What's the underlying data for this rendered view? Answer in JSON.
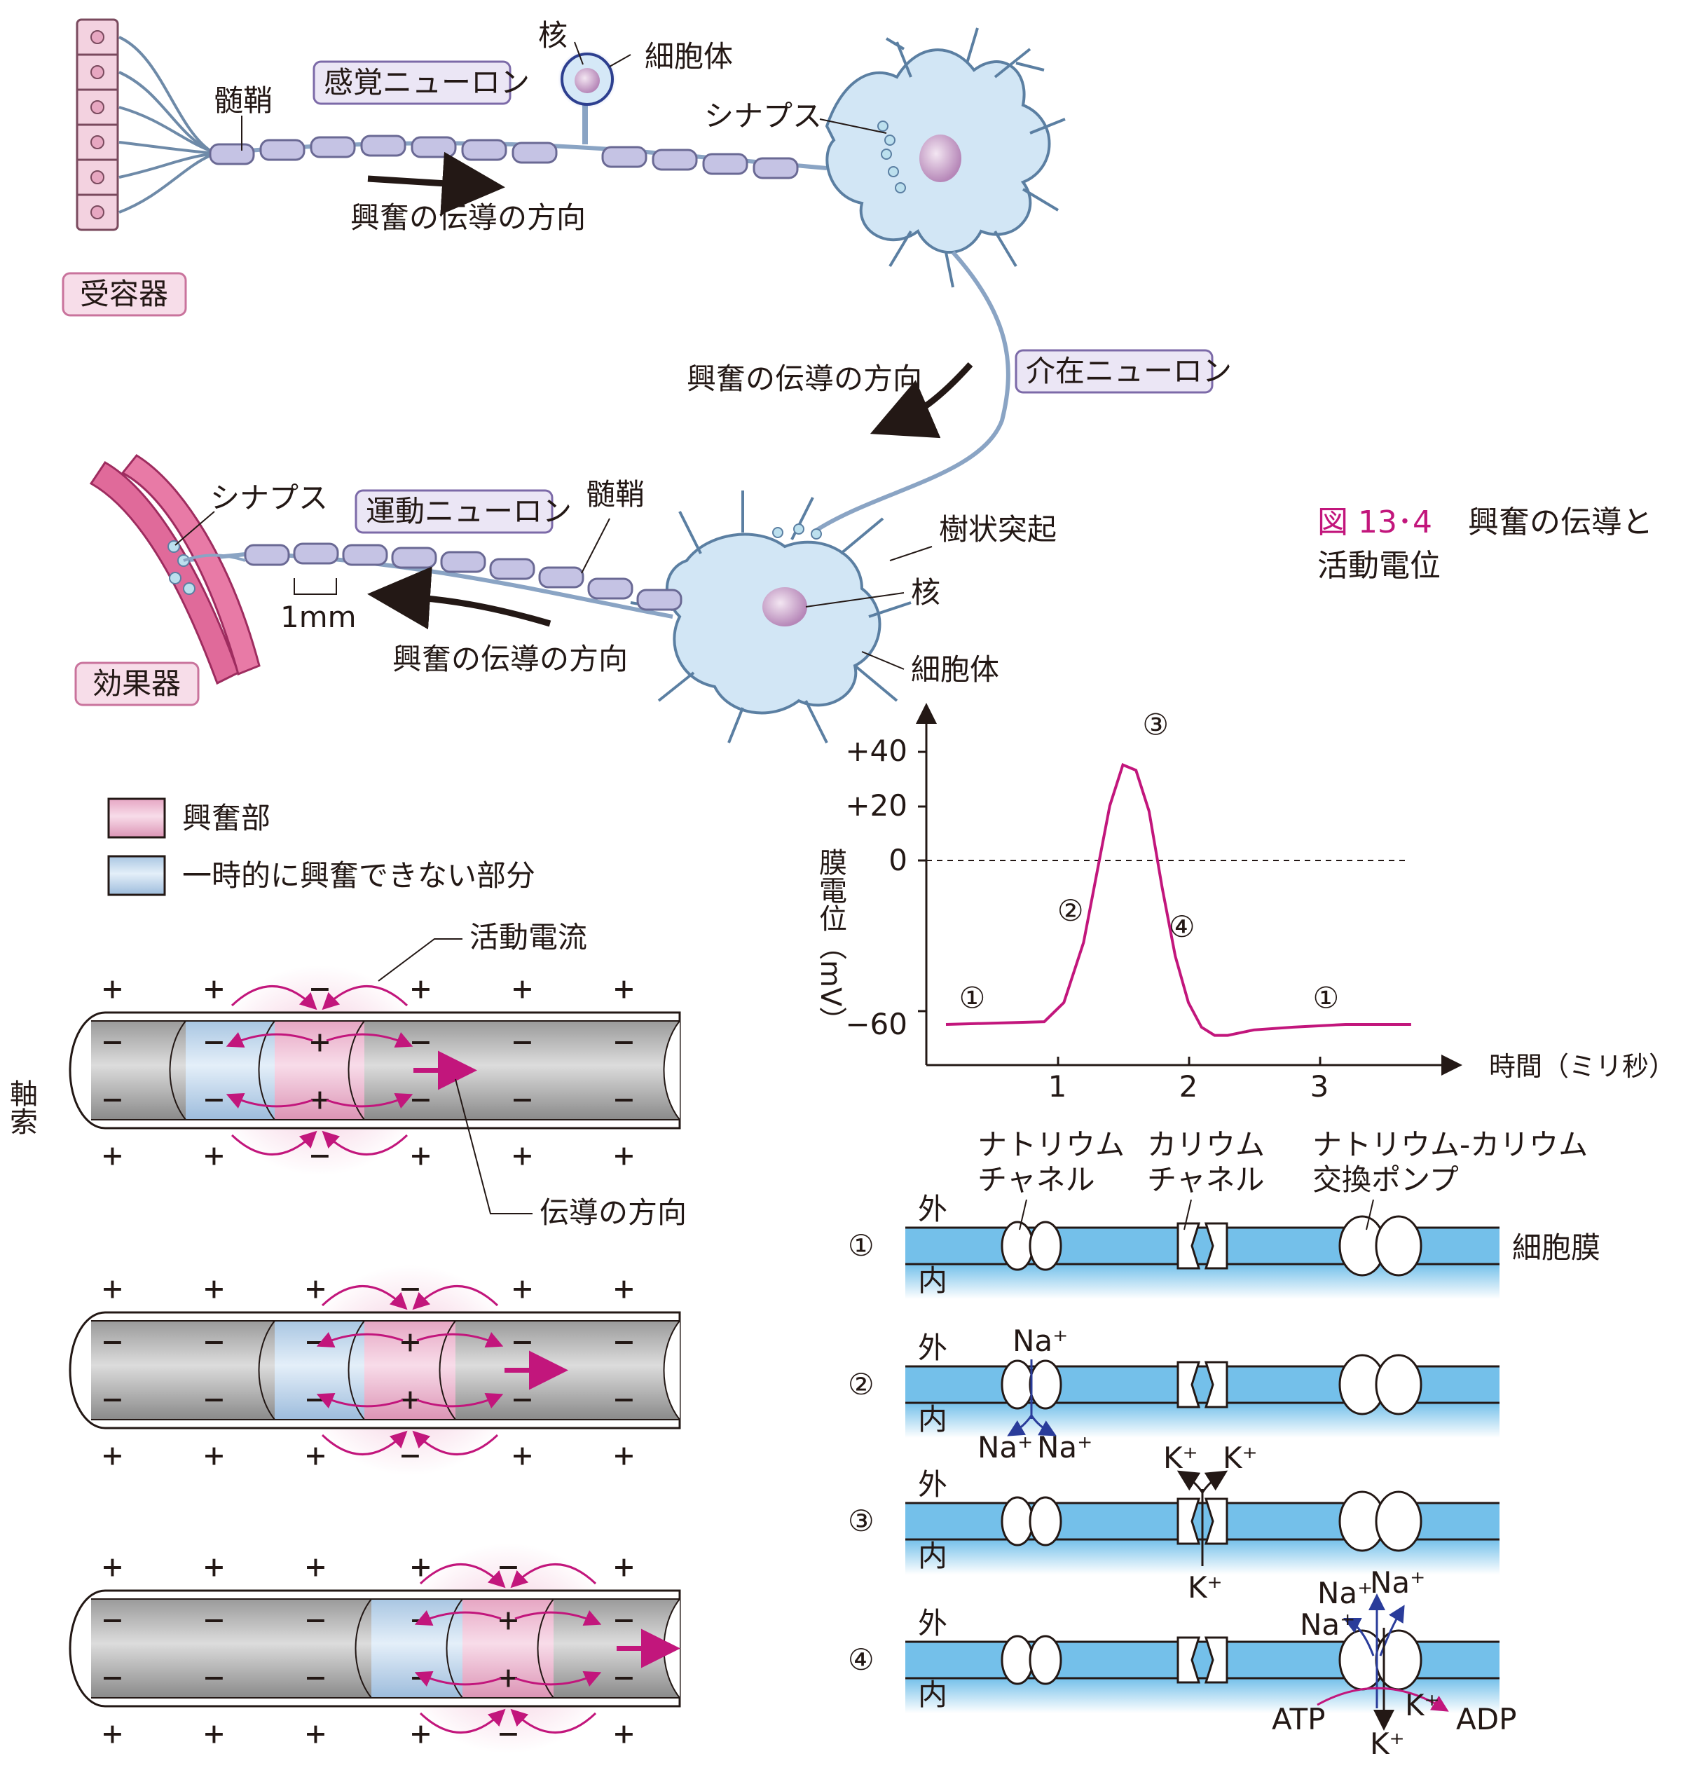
{
  "figure": {
    "number": "図 13･4",
    "title_line1": "興奮の伝導と",
    "title_line2": "活動電位"
  },
  "neurons": {
    "sensory": "感覚ニューロン",
    "inter": "介在ニューロン",
    "motor": "運動ニューロン",
    "receptor": "受容器",
    "effector": "効果器",
    "myelin": "髄鞘",
    "nucleus": "核",
    "cell_body": "細胞体",
    "synapse": "シナプス",
    "dendrite": "樹状突起",
    "direction": "興奮の伝導の方向",
    "scale": "1mm"
  },
  "legend": {
    "excited": "興奮部",
    "refractory": "一時的に興奮できない部分",
    "excited_color": "#f2b8d2",
    "refractory_color": "#cfe2f3"
  },
  "axon": {
    "axon_label": "軸索",
    "current_label": "活動電流",
    "direction_label": "伝導の方向",
    "plus": "+",
    "minus": "−"
  },
  "chart_data": {
    "type": "line",
    "ylabel": "膜電位（mV）",
    "xlabel": "時間（ミリ秒）",
    "y_ticks": [
      "+40",
      "+20",
      "0",
      "−60"
    ],
    "x_ticks": [
      "1",
      "2",
      "3"
    ],
    "series": [
      {
        "x": [
          0.15,
          0.9,
          1.05,
          1.2,
          1.3,
          1.4,
          1.5,
          1.6,
          1.7,
          1.8,
          1.9,
          2.0,
          2.1,
          2.2,
          2.3,
          2.5,
          2.8,
          3.2,
          3.7
        ],
        "y": [
          -60,
          -59,
          -52,
          -30,
          -5,
          20,
          35,
          33,
          18,
          -10,
          -35,
          -52,
          -61,
          -64,
          -64,
          -62,
          -61,
          -60,
          -60
        ]
      }
    ],
    "annotations": [
      "①",
      "②",
      "③",
      "④",
      "①"
    ],
    "color": "#c2167c"
  },
  "membrane": {
    "sodium_channel": [
      "ナトリウム",
      "チャネル"
    ],
    "potassium_channel": [
      "カリウム",
      "チャネル"
    ],
    "pump": [
      "ナトリウム-カリウム",
      "交換ポンプ"
    ],
    "cell_membrane": "細胞膜",
    "outside": "外",
    "inside": "内",
    "steps": [
      "①",
      "②",
      "③",
      "④"
    ],
    "na": "Na⁺",
    "k": "K⁺",
    "atp": "ATP",
    "adp": "ADP",
    "membrane_color": "#74c0ea"
  }
}
